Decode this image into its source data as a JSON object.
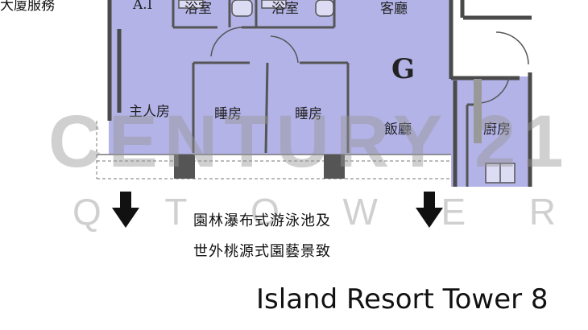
{
  "rooms": {
    "top_left_partial": "A.I",
    "bath_1": "浴室",
    "bath_2": "浴室",
    "living_room": "客廳",
    "master_bedroom": "主人房",
    "bedroom_1": "睡房",
    "bedroom_2": "睡房",
    "dining_room": "飯廳",
    "kitchen": "廚房"
  },
  "unit_letter": "G",
  "corner_text": "大廈服務",
  "watermark": {
    "main": "CENTURY 21",
    "sub_letters": [
      "Q",
      "T",
      "O",
      "W",
      "E",
      "R"
    ]
  },
  "caption": {
    "line1": "園林瀑布式游泳池及",
    "line2": "世外桃源式園藝景致"
  },
  "footer_title": "Island Resort Tower 8",
  "colors": {
    "floor_fill": "#b3b3e8",
    "wall": "#4a4a4a",
    "watermark": "#969696"
  }
}
